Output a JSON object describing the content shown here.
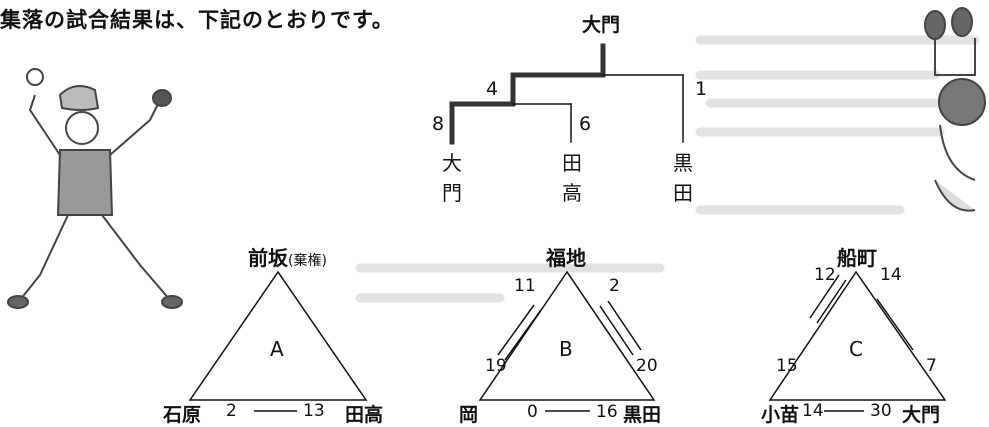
{
  "heading": "集落の試合結果は、下記のとおりです。",
  "bracket": {
    "winner": "大門",
    "scores": {
      "left": "4",
      "right": "1",
      "team_a": "8",
      "team_b": "6"
    },
    "teams": [
      "大門",
      "田高",
      "黒田"
    ]
  },
  "triangles": [
    {
      "label": "A",
      "top": "前坂",
      "top_note": "(棄権)",
      "bottom_left_team": "石原",
      "bottom_left_score": "2",
      "bottom_right_score": "13",
      "bottom_right_team": "田高"
    },
    {
      "label": "B",
      "top": "福地",
      "top_left_score": "11",
      "top_right_score": "2",
      "left_score": "19",
      "right_score": "20",
      "bottom_left_team": "岡",
      "bottom_left_score": "0",
      "bottom_right_score": "16",
      "bottom_right_team": "黒田"
    },
    {
      "label": "C",
      "top": "船町",
      "top_left_score": "12",
      "top_right_score": "14",
      "left_score": "15",
      "right_score": "7",
      "bottom_left_team": "小苗",
      "bottom_left_score": "14",
      "bottom_right_score": "30",
      "bottom_right_team": "大門"
    }
  ],
  "colors": {
    "ink": "#111111",
    "highlight_line": "#333333",
    "illustration": "#555555"
  },
  "icons": [
    "pitcher-illustration",
    "catcher-illustration"
  ]
}
